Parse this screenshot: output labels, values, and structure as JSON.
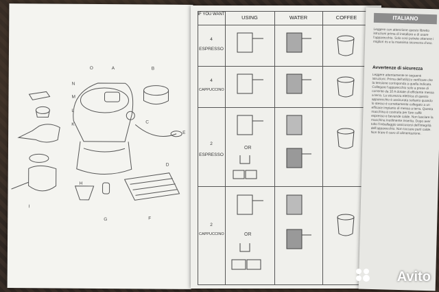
{
  "left_page": {
    "part_labels": [
      "N",
      "M",
      "L",
      "K",
      "O",
      "A",
      "B",
      "C",
      "E",
      "D",
      "F",
      "G",
      "H",
      "I"
    ]
  },
  "table": {
    "headers": [
      "IF YOU WANT",
      "USING",
      "WATER",
      "COFFEE"
    ],
    "rows": [
      {
        "num": "4",
        "drink": "ESPRESSO"
      },
      {
        "num": "4",
        "drink": "CAPPUCCINO"
      },
      {
        "num": "2",
        "drink": "ESPRESSO"
      },
      {
        "num": "2",
        "drink": "CAPPUCCINO"
      }
    ],
    "or_label": "OR"
  },
  "right_page": {
    "title": "ITALIANO",
    "intro": "Leggere con attenzione questo libretto istruzioni prima di installare e di usare l'apparecchio. Solo così potrete ottenere i migliori ris e la massima sicurezza d'uso.",
    "subtitle": "Avvertenze di sicurezza",
    "body": "Leggere attentamente le seguenti istruzioni. Prima dell'utilizzo verificare che la tensione corrisponda a quella indicata. Collegare l'apparecchio solo a prese di corrente da 10 A dotate di efficiente messa a terra. La sicurezza elettrica di questo apparecchio è assicurata soltanto quando lo stesso è correttamente collegato a un efficace impianto di messa a terra. Questa macchina è costruita per fare caffè espresso e bevande calde. Non lasciare la macchina inutilmente inserita. Dopo aver tolto l'imballaggio assicurarsi dell'integrità dell'apparecchio. Non toccare parti calde. Non tirare il cavo di alimentazione."
  },
  "watermark": "Avito"
}
